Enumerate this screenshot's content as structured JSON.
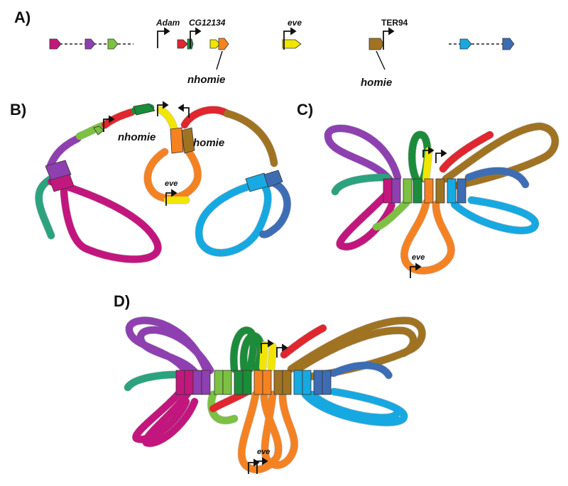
{
  "panels": {
    "a": {
      "label": "A)"
    },
    "b": {
      "label": "B)"
    },
    "c": {
      "label": "C)"
    },
    "d": {
      "label": "D)"
    }
  },
  "genes": {
    "adam": "Adam",
    "cg": "CG12134",
    "eve": "eve",
    "ter94": "TER94"
  },
  "insulators": {
    "nhomie": "nhomie",
    "homie": "homie"
  },
  "colors": {
    "teal": "#2BA37E",
    "magenta": "#C2187E",
    "purple": "#8E3FB0",
    "lightgreen": "#7CC142",
    "red": "#E0262E",
    "darkgreen": "#1A8C3A",
    "yellow": "#F2E500",
    "orange": "#F58220",
    "brown": "#A07321",
    "cyan": "#17A9E1",
    "blue": "#3C6DB4"
  }
}
